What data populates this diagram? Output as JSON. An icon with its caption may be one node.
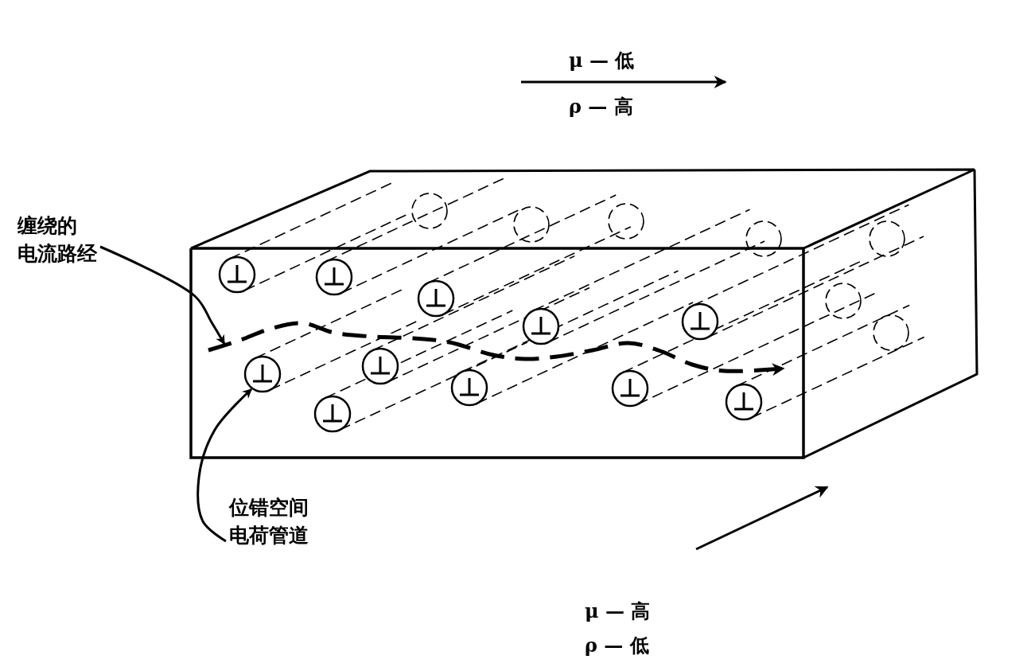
{
  "diagram": {
    "nodes": [
      {
        "text": [
          "缠绕的电流路经"
        ]
      },
      {
        "text": [
          "位错空间电荷管道"
        ]
      },
      {
        "text": [],
        "shape": "line"
      },
      {
        "text": [],
        "shape": "circle"
      }
    ],
    "edges": [
      {
        "from": 0,
        "to": 2,
        "arrow": "to"
      },
      {
        "from": 1,
        "to": 3,
        "arrow": "to"
      }
    ],
    "labels": [
      "μ — 低",
      "ρ — 高",
      "μ — 高",
      "ρ — 低"
    ]
  }
}
